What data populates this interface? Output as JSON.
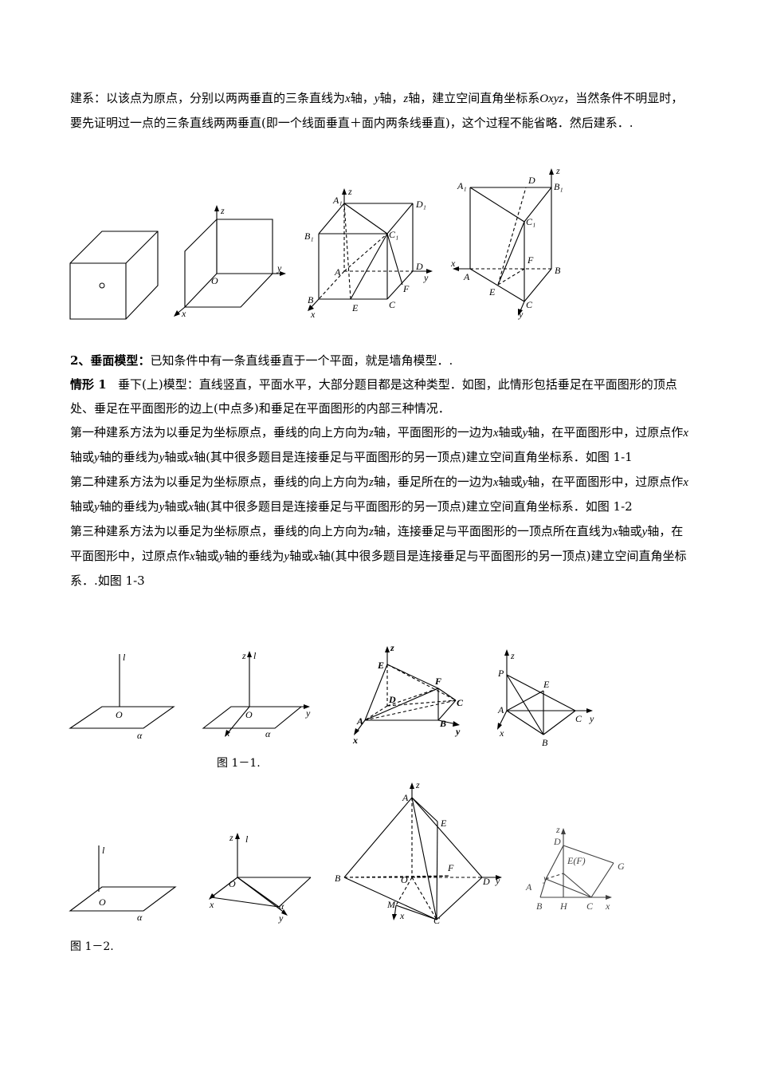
{
  "intro": {
    "t1": "建系：以该点为原点，分别以两两垂直的三条直线为",
    "x": "x",
    "t2": "轴，",
    "y": "y",
    "t3": "轴，",
    "z": "z",
    "t4": "轴，建立空间直角坐标系",
    "oxyz": "Oxyz",
    "t5": "，当然条件不明显时，要先证明过一点的三条直线两两垂直(即一个线面垂直＋面内两条线垂直)，这个过程不能省略．然后建系．."
  },
  "section2": {
    "heading": "2、垂面模型：",
    "text": "已知条件中有一条直线垂直于一个平面，就是墙角模型．."
  },
  "case1": {
    "label": "情形 1",
    "text": "垂下(上)模型：直线竖直，平面水平，大部分题目都是这种类型．如图，此情形包括垂足在平面图形的顶点处、垂足在平面图形的边上(中点多)和垂足在平面图形的内部三种情况．"
  },
  "method1": {
    "a": "第一种建系方法为以垂足为坐标原点，垂线的向上方向为",
    "b": "轴，平面图形的一边为",
    "c": "轴或",
    "d": "轴，在平面图形中，过原点作",
    "e": "轴或",
    "f": "轴的垂线为",
    "g": "轴或",
    "h": "轴(其中很多题目是连接垂足与平面图形的另一顶点)建立空间直角坐标系．如图 1-1"
  },
  "method2": {
    "a": "第二种建系方法为以垂足为坐标原点，垂线的向上方向为",
    "b": "轴，垂足所在的一边为",
    "c": "轴或",
    "d": "轴，在平面图形中，过原点作",
    "e": "轴或",
    "f": "轴的垂线为",
    "g": "轴或",
    "h": "轴(其中很多题目是连接垂足与平面图形的另一顶点)建立空间直角坐标系．如图 1-2"
  },
  "method3": {
    "a": "第三种建系方法为以垂足为坐标原点，垂线的向上方向为",
    "b": "轴，连接垂足与平面图形的一顶点所在直线为",
    "c": "轴或",
    "d": "轴，在平面图形中，过原点作",
    "e": "轴或",
    "f": "轴的垂线为",
    "g": "轴或",
    "h": "轴(其中很多题目是连接垂足与平面图形的另一顶点)建立空间直角坐标系．.如图 1-3"
  },
  "captions": {
    "fig1_1": "图 1－1.",
    "fig1_2": "图 1－2."
  },
  "labels": {
    "x": "x",
    "y": "y",
    "z": "z",
    "O": "O",
    "l": "l",
    "alpha": "α",
    "A": "A",
    "B": "B",
    "C": "C",
    "D": "D",
    "E": "E",
    "F": "F",
    "G": "G",
    "H": "H",
    "M": "M",
    "P": "P",
    "EF": "E(F)",
    "A1": "A₁",
    "B1": "B₁",
    "C1": "C₁",
    "D1": "D₁"
  }
}
